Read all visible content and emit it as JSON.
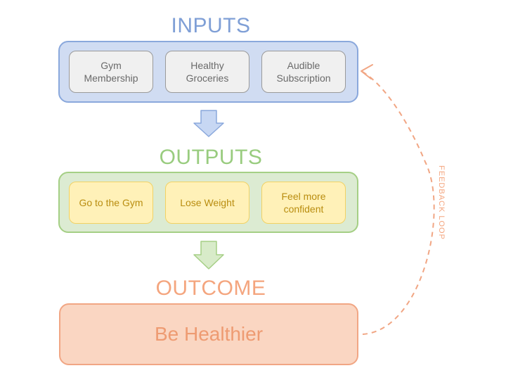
{
  "inputs": {
    "heading": "INPUTS",
    "items": [
      "Gym\nMembership",
      "Healthy\nGroceries",
      "Audible\nSubscription"
    ]
  },
  "outputs": {
    "heading": "OUTPUTS",
    "items": [
      "Go to the Gym",
      "Lose Weight",
      "Feel more\nconfident"
    ]
  },
  "outcome": {
    "heading": "OUTCOME",
    "text": "Be Healthier"
  },
  "feedback_loop": {
    "label": "FEEDBACK LOOP"
  },
  "colors": {
    "inputs": "#8aa8dc",
    "outputs": "#a5cf85",
    "outcome": "#f1a684",
    "card_text_inputs": "#6a6a6a",
    "card_text_outputs": "#b98d10"
  }
}
